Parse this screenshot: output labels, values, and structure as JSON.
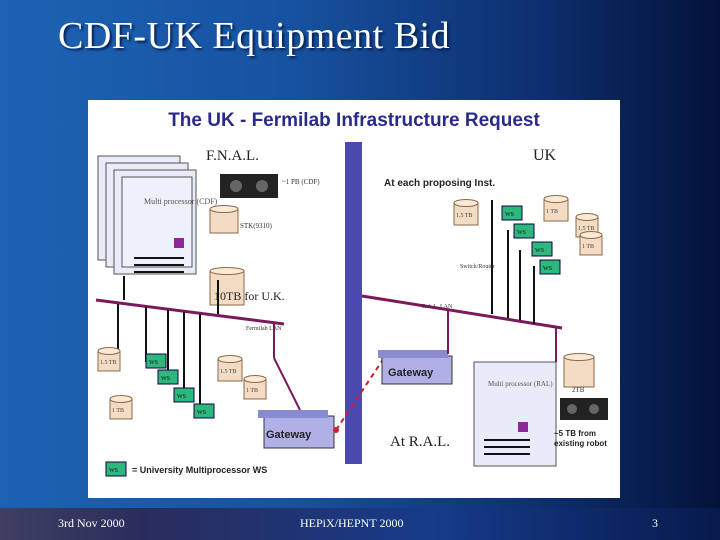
{
  "slide": {
    "title": "CDF-UK Equipment Bid",
    "footer_left": "3rd Nov 2000",
    "footer_center": "HEPiX/HEPNT 2000",
    "footer_right": "3"
  },
  "diagram": {
    "heading": "The UK - Fermilab Infrastructure Request",
    "fnal_label": "F.N.A.L.",
    "uk_label": "UK",
    "proposing_label": "At each proposing Inst.",
    "multiprocessor_cdf": "Multi processor (CDF)",
    "tape_label": "~1 PB (CDF)",
    "disk_small_label": "STK(9310)",
    "storage_10tb": "10TB for U.K.",
    "fermilab_lan": "Fermilab LAN",
    "ral_lan": "R.A.L. LAN",
    "switch_label": "Switch/Router",
    "gateway_fnal": "Gateway",
    "gateway_ral": "Gateway",
    "at_ral": "At R.A.L.",
    "multiprocessor_ral": "Multi processor (RAL)",
    "tape_ral_disk": "2TB",
    "tape_ral_label": "~5 TB from existing robot",
    "ws": "WS",
    "disk_1tb": "1 TB",
    "disk_1_5tb": "1.5 TB",
    "legend": "= University Multiprocessor WS"
  },
  "colors": {
    "accent_title": "#2a2a8c",
    "bus": "#7a1a5a",
    "pillar": "#4a4ab0",
    "ws": "#2db87d",
    "link": "#d0202a"
  }
}
